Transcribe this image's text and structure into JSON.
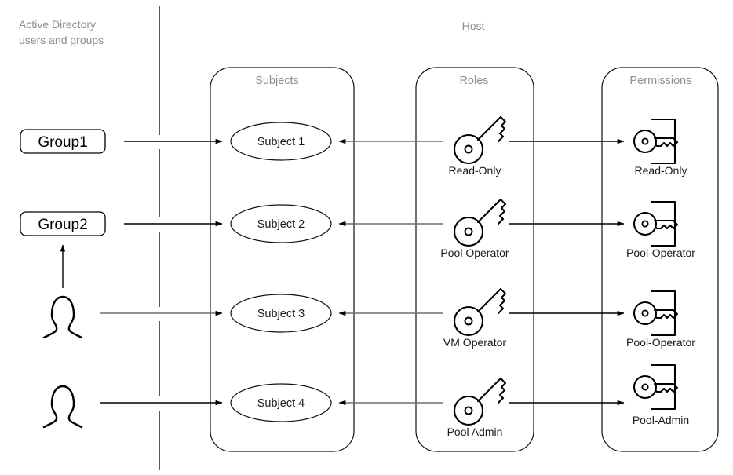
{
  "diagram": {
    "title_left": "Active Directory\nusers and groups",
    "title_left_line1": "Active Directory",
    "title_left_line2": "users and groups",
    "title_host": "Host",
    "columns": [
      {
        "id": "subjects",
        "label": "Subjects"
      },
      {
        "id": "roles",
        "label": "Roles"
      },
      {
        "id": "permissions",
        "label": "Permissions"
      }
    ],
    "directory_entities": [
      {
        "id": "group1",
        "type": "group",
        "label": "Group1"
      },
      {
        "id": "group2",
        "type": "group",
        "label": "Group2"
      },
      {
        "id": "user1",
        "type": "user",
        "label": ""
      },
      {
        "id": "user2",
        "type": "user",
        "label": ""
      }
    ],
    "subjects": [
      {
        "id": "subject1",
        "label": "Subject 1"
      },
      {
        "id": "subject2",
        "label": "Subject 2"
      },
      {
        "id": "subject3",
        "label": "Subject 3"
      },
      {
        "id": "subject4",
        "label": "Subject 4"
      }
    ],
    "roles": [
      {
        "id": "role1",
        "label": "Read-Only",
        "icon": "key-icon"
      },
      {
        "id": "role2",
        "label": "Pool Operator",
        "icon": "key-icon"
      },
      {
        "id": "role3",
        "label": "VM Operator",
        "icon": "key-icon"
      },
      {
        "id": "role4",
        "label": "Pool Admin",
        "icon": "key-icon"
      }
    ],
    "permissions": [
      {
        "id": "perm1",
        "label": "Read-Only",
        "icon": "key-door-icon"
      },
      {
        "id": "perm2",
        "label": "Pool-Operator",
        "icon": "key-door-icon"
      },
      {
        "id": "perm3",
        "label": "Pool-Operator",
        "icon": "key-door-icon"
      },
      {
        "id": "perm4",
        "label": "Pool-Admin",
        "icon": "key-door-icon"
      }
    ],
    "edges": [
      {
        "id": "e-group1-subject1",
        "from": "group1",
        "to": "subject1",
        "direction": "right",
        "style": "dark"
      },
      {
        "id": "e-group2-subject2",
        "from": "group2",
        "to": "subject2",
        "direction": "right",
        "style": "dark"
      },
      {
        "id": "e-user1-subject3",
        "from": "user1",
        "to": "subject3",
        "direction": "right",
        "style": "gray"
      },
      {
        "id": "e-user2-subject4",
        "from": "user2",
        "to": "subject4",
        "direction": "right",
        "style": "dark"
      },
      {
        "id": "e-user1-group2",
        "from": "user1",
        "to": "group2",
        "direction": "up",
        "style": "dark"
      },
      {
        "id": "e-role1-subject1",
        "from": "role1",
        "to": "subject1",
        "direction": "left",
        "style": "gray"
      },
      {
        "id": "e-role2-subject2",
        "from": "role2",
        "to": "subject2",
        "direction": "left",
        "style": "gray"
      },
      {
        "id": "e-role3-subject3",
        "from": "role3",
        "to": "subject3",
        "direction": "left",
        "style": "gray"
      },
      {
        "id": "e-role4-subject4",
        "from": "role4",
        "to": "subject4",
        "direction": "left",
        "style": "gray"
      },
      {
        "id": "e-role1-perm1",
        "from": "role1",
        "to": "perm1",
        "direction": "right",
        "style": "dark"
      },
      {
        "id": "e-role2-perm2",
        "from": "role2",
        "to": "perm2",
        "direction": "right",
        "style": "dark"
      },
      {
        "id": "e-role3-perm3",
        "from": "role3",
        "to": "perm3",
        "direction": "right",
        "style": "dark"
      },
      {
        "id": "e-role4-perm4",
        "from": "role4",
        "to": "perm4",
        "direction": "right",
        "style": "dark"
      }
    ],
    "colors": {
      "muted_label": "#8e8e8e",
      "line_dark": "#000000",
      "line_gray": "#6f6f6f",
      "text": "#1a1a1a",
      "background": "#ffffff"
    }
  }
}
